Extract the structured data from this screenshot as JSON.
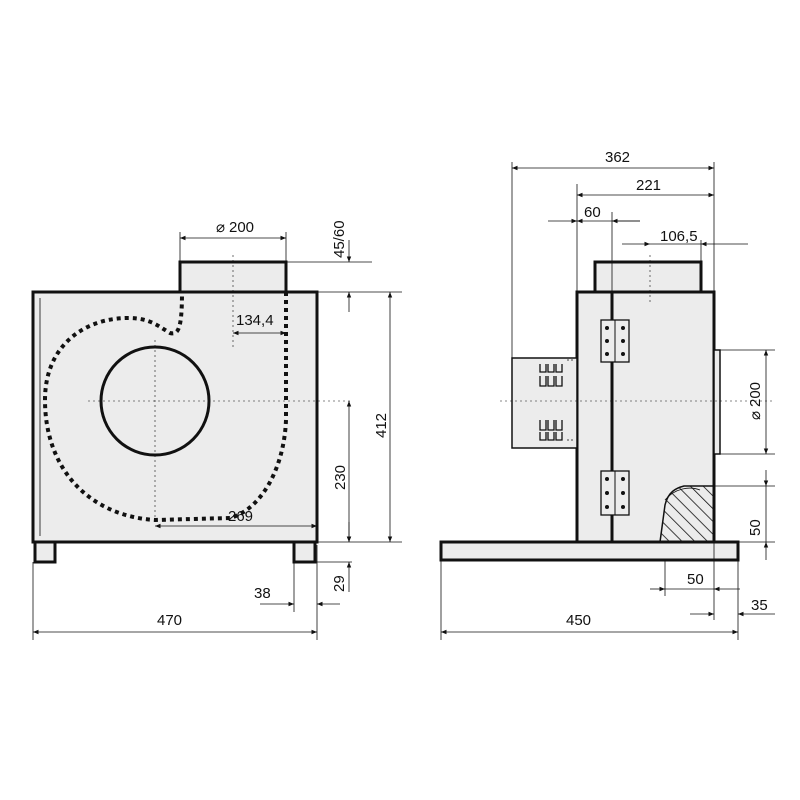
{
  "front_view": {
    "width": "470",
    "height": "412",
    "spigot_diameter": "200",
    "spigot_height": "45/60",
    "outlet_offset": "134,4",
    "inlet_height": "230",
    "inlet_offset": "269",
    "foot_width": "38",
    "foot_height": "29"
  },
  "side_view": {
    "overall_depth": "362",
    "depth_221": "221",
    "depth_60": "60",
    "depth_106_5": "106,5",
    "inlet_diameter": "200",
    "base_width": "450",
    "hatch_height": "50",
    "hatch_width": "50",
    "base_offset": "35"
  },
  "symbols": {
    "diameter": "⌀"
  }
}
